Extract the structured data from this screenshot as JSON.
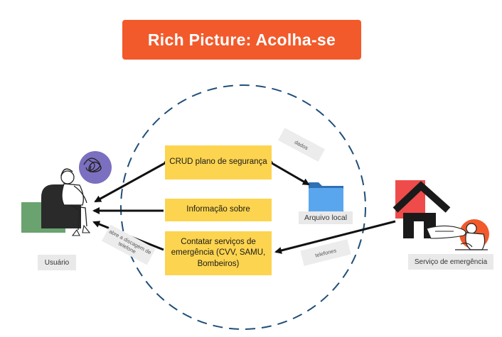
{
  "title": "Rich Picture: Acolha-se",
  "boxes": {
    "crud": "CRUD plano de segurança",
    "info": "Informação sobre",
    "contact_line1": "Contatar serviços de",
    "contact_line2": "emergência (CVV, SAMU,",
    "contact_line3": "Bombeiros)"
  },
  "actors": {
    "user": "Usuário",
    "emergency": "Serviço de emergência",
    "storage": "Arquivo local"
  },
  "tags": {
    "dados": "dados",
    "telefones": "telefones",
    "abre_line1": "abre a discagem de",
    "abre_line2": "telefone"
  },
  "colors": {
    "title_bg": "#f25a2b",
    "box": "#fcd44f",
    "circle_dash": "#1f4e79",
    "user_bg": "#6aa36f",
    "scribble_bg": "#7b6fc0",
    "emergency_red": "#ef4b4b",
    "folder_blue": "#3d8fe6"
  },
  "icons": [
    "person-sitting-icon",
    "folder-icon",
    "house-icon",
    "helping-hand-icon"
  ]
}
